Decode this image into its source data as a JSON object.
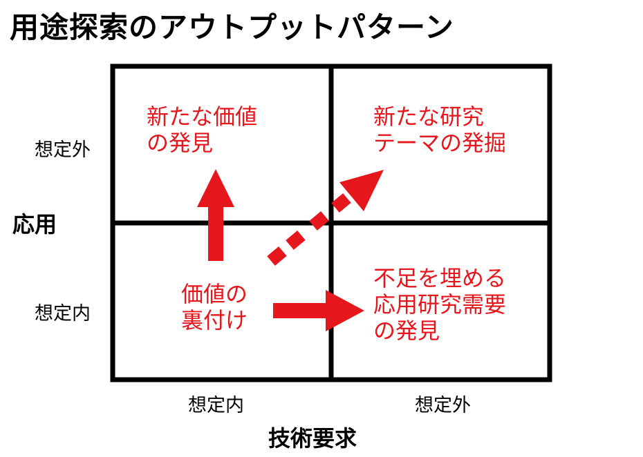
{
  "title": "用途探索のアウトプットパターン",
  "y_axis": {
    "label": "応用",
    "ticks": [
      "想定外",
      "想定内"
    ]
  },
  "x_axis": {
    "label": "技術要求",
    "ticks": [
      "想定内",
      "想定外"
    ]
  },
  "quadrants": {
    "top_left": "新たな価値\nの発見",
    "top_right": "新たな研究\nテーマの発掘",
    "bottom_left": "価値の\n裏付け",
    "bottom_right": "不足を埋める\n応用研究需要\nの発見"
  },
  "colors": {
    "accent": "#e5161c",
    "grid": "#000000"
  }
}
